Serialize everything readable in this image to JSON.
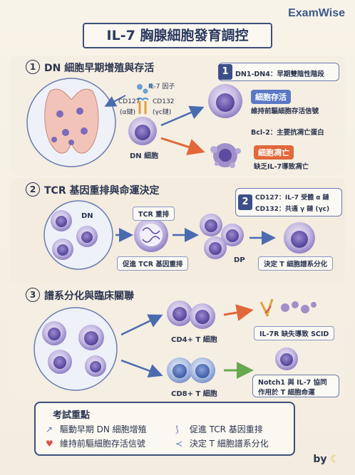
{
  "brand": "ExamWise",
  "title": "IL-7 胸腺細胞發育調控",
  "sections": [
    {
      "num": "1",
      "title": "DN 細胞早期增殖與存活"
    },
    {
      "num": "2",
      "title": "TCR 基因重排與命運決定"
    },
    {
      "num": "3",
      "title": "譜系分化與臨床關聯"
    }
  ],
  "sec1": {
    "il7_label": "IL-7 因子",
    "cd127": "CD127",
    "cd127_sub": "(α鏈)",
    "cd132": "CD132",
    "cd132_sub": "(γc鏈)",
    "dn_cell": "DN 細胞",
    "box_num": "1",
    "box_text": "DN1-DN4：早期雙陰性階段",
    "survival_tag": "細胞存活",
    "survival_text": "維持前驅細胞存活信號",
    "bcl2_text": "Bcl-2：主要抗凋亡蛋白",
    "apoptosis_tag": "細胞凋亡",
    "apoptosis_text": "缺乏IL-7導致凋亡"
  },
  "sec2": {
    "dn": "DN",
    "tcr_rearr": "TCR 重排",
    "promote": "促進 TCR 基因重排",
    "dp": "DP",
    "decide": "決定 T 細胞譜系分化",
    "box_num": "2",
    "box_line1": "CD127：IL-7 受體 α 鏈",
    "box_line2": "CD132：共通 γ 鏈 (γc)"
  },
  "sec3": {
    "cd4": "CD4+ T 細胞",
    "cd8": "CD8+ T 細胞",
    "scid": "IL-7R 缺失導致 SCID",
    "notch_line1": "Notch1 與 IL-7 協同",
    "notch_line2": "作用於 T 細胞命運"
  },
  "summary": {
    "title": "考試重點",
    "items": [
      {
        "icon": "↗",
        "text": "驅動早期 DN 細胞增殖"
      },
      {
        "icon": "♥",
        "text": "維持前驅細胞存活信號"
      },
      {
        "icon": "⟆",
        "text": "促進 TCR 基因重排"
      },
      {
        "icon": "≺",
        "text": "決定 T 細胞譜系分化"
      }
    ]
  },
  "by": "by",
  "colors": {
    "navy": "#2b3a60",
    "blue_tag": "#5a79c4",
    "orange_tag": "#e0683a",
    "cell_purple": "#7c6bb8"
  }
}
